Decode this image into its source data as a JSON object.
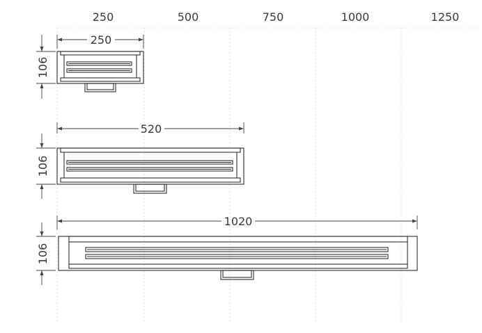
{
  "ruler": {
    "ticks": [
      "250",
      "500",
      "750",
      "1000",
      "1250"
    ]
  },
  "modules": [
    {
      "width_label": "250",
      "height_label": "106"
    },
    {
      "width_label": "520",
      "height_label": "106"
    },
    {
      "width_label": "1020",
      "height_label": "106"
    }
  ],
  "colors": {
    "stroke": "#2e2e2e",
    "grid": "#d6d6d6",
    "text": "#3a3a3a"
  }
}
